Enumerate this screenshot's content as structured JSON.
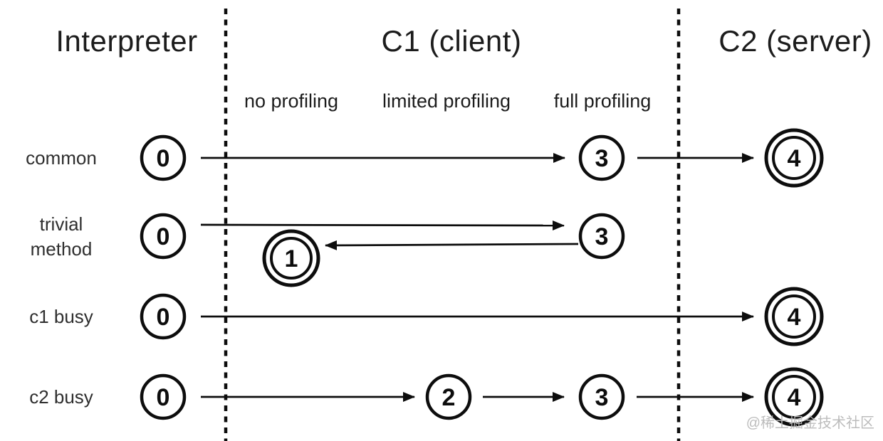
{
  "diagram": {
    "title_columns": [
      {
        "label": "Interpreter"
      },
      {
        "label": "C1 (client)"
      },
      {
        "label": "C2 (server)"
      }
    ],
    "c1_modes": [
      {
        "label": "no profiling"
      },
      {
        "label": "limited profiling"
      },
      {
        "label": "full profiling"
      }
    ],
    "rows": [
      {
        "label_lines": [
          "common"
        ],
        "states": [
          {
            "value": "0",
            "final": false
          },
          {
            "value": "3",
            "final": false
          },
          {
            "value": "4",
            "final": true
          }
        ]
      },
      {
        "label_lines": [
          "trivial",
          "method"
        ],
        "states": [
          {
            "value": "0",
            "final": false
          },
          {
            "value": "3",
            "final": false
          },
          {
            "value": "1",
            "final": true
          }
        ]
      },
      {
        "label_lines": [
          "c1 busy"
        ],
        "states": [
          {
            "value": "0",
            "final": false
          },
          {
            "value": "4",
            "final": true
          }
        ]
      },
      {
        "label_lines": [
          "c2 busy"
        ],
        "states": [
          {
            "value": "0",
            "final": false
          },
          {
            "value": "2",
            "final": false
          },
          {
            "value": "3",
            "final": false
          },
          {
            "value": "4",
            "final": true
          }
        ]
      }
    ],
    "watermark": "@稀土掘金技术社区",
    "colors": {
      "ink": "#0d0d0d",
      "row_label": "#2e2e2e",
      "watermark": "#b9b9b9",
      "background": "#ffffff"
    }
  }
}
